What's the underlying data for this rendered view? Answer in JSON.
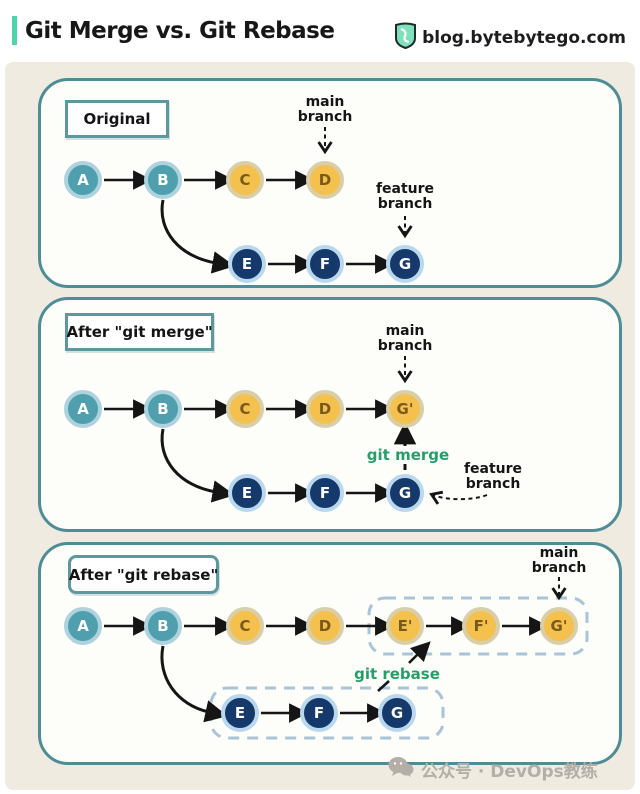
{
  "header": {
    "title": "Git Merge vs. Git Rebase",
    "site": "blog.bytebytego.com",
    "logo_icon": "bytebytego-logo"
  },
  "panels": [
    {
      "label": "Original",
      "nodes": [
        {
          "label": "A"
        },
        {
          "label": "B"
        },
        {
          "label": "C"
        },
        {
          "label": "D"
        },
        {
          "label": "E"
        },
        {
          "label": "F"
        },
        {
          "label": "G"
        }
      ],
      "annotations": {
        "main_branch": "main branch",
        "feature_branch": "feature branch"
      }
    },
    {
      "label": "After \"git merge\"",
      "nodes": [
        {
          "label": "A"
        },
        {
          "label": "B"
        },
        {
          "label": "C"
        },
        {
          "label": "D"
        },
        {
          "label": "G'"
        },
        {
          "label": "E"
        },
        {
          "label": "F"
        },
        {
          "label": "G"
        }
      ],
      "annotations": {
        "main_branch": "main branch",
        "feature_branch": "feature branch",
        "command": "git merge"
      }
    },
    {
      "label": "After \"git rebase\"",
      "nodes": [
        {
          "label": "A"
        },
        {
          "label": "B"
        },
        {
          "label": "C"
        },
        {
          "label": "D"
        },
        {
          "label": "E'"
        },
        {
          "label": "F'"
        },
        {
          "label": "G'"
        },
        {
          "label": "E"
        },
        {
          "label": "F"
        },
        {
          "label": "G"
        }
      ],
      "annotations": {
        "main_branch": "main branch",
        "command": "git rebase"
      }
    }
  ],
  "footer": {
    "watermark": "公众号 · DevOps教练",
    "icon": "wechat-icon"
  },
  "colors": {
    "accent_mint": "#4ed6a7",
    "panel_border": "#4e8d95",
    "background_cream": "#f0ebe1",
    "node_teal": "#4f9fae",
    "node_teal_ring": "#aed2de",
    "node_amber": "#f4c14f",
    "node_amber_ring": "#d8cfa8",
    "node_navy": "#15396b",
    "node_navy_ring": "#b9d8ee",
    "command_green": "#279e6a",
    "dashed_box": "#a9c3d7",
    "arrow_black": "#151515",
    "watermark_gray": "#b3aea6"
  }
}
